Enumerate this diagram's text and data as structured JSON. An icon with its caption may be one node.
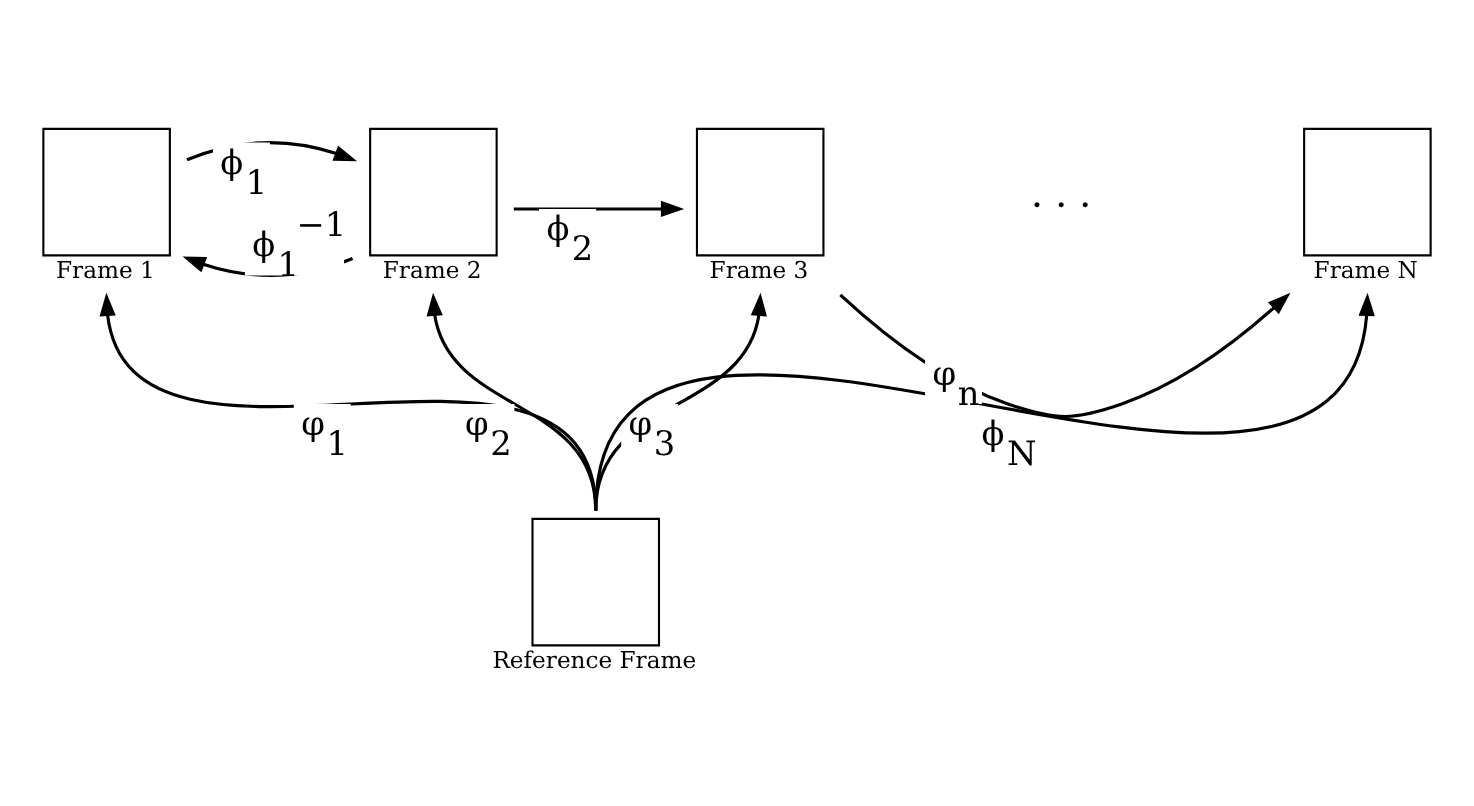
{
  "diagram": {
    "nodes": [
      {
        "text": [
          "Frame 1"
        ]
      },
      {
        "text": [
          "Frame 2"
        ]
      },
      {
        "text": [
          "Frame 3"
        ]
      },
      {
        "text": [
          "Frame N"
        ]
      },
      {
        "text": [
          "Reference Frame"
        ]
      }
    ],
    "edges": [
      {
        "from": 0,
        "to": 1,
        "arrow": "to",
        "label": "ϕ$_{1}$"
      },
      {
        "from": 1,
        "to": 0,
        "arrow": "to",
        "label": "ϕ$_{1}$$^{−1}$"
      },
      {
        "from": 1,
        "to": 2,
        "arrow": "to",
        "label": "ϕ$_{2}$"
      },
      {
        "from": 2,
        "to": 3,
        "arrow": "to",
        "label": "ϕ$_{N}$"
      },
      {
        "from": 4,
        "to": 0,
        "arrow": "to",
        "label": "φ$_{1}$"
      },
      {
        "from": 4,
        "to": 1,
        "arrow": "to",
        "label": "φ$_{2}$"
      },
      {
        "from": 4,
        "to": 2,
        "arrow": "to",
        "label": "φ$_{3}$"
      },
      {
        "from": 4,
        "to": 3,
        "arrow": "to",
        "label": "φ$_{n}$"
      }
    ],
    "labels": [
      "· · ·"
    ]
  }
}
